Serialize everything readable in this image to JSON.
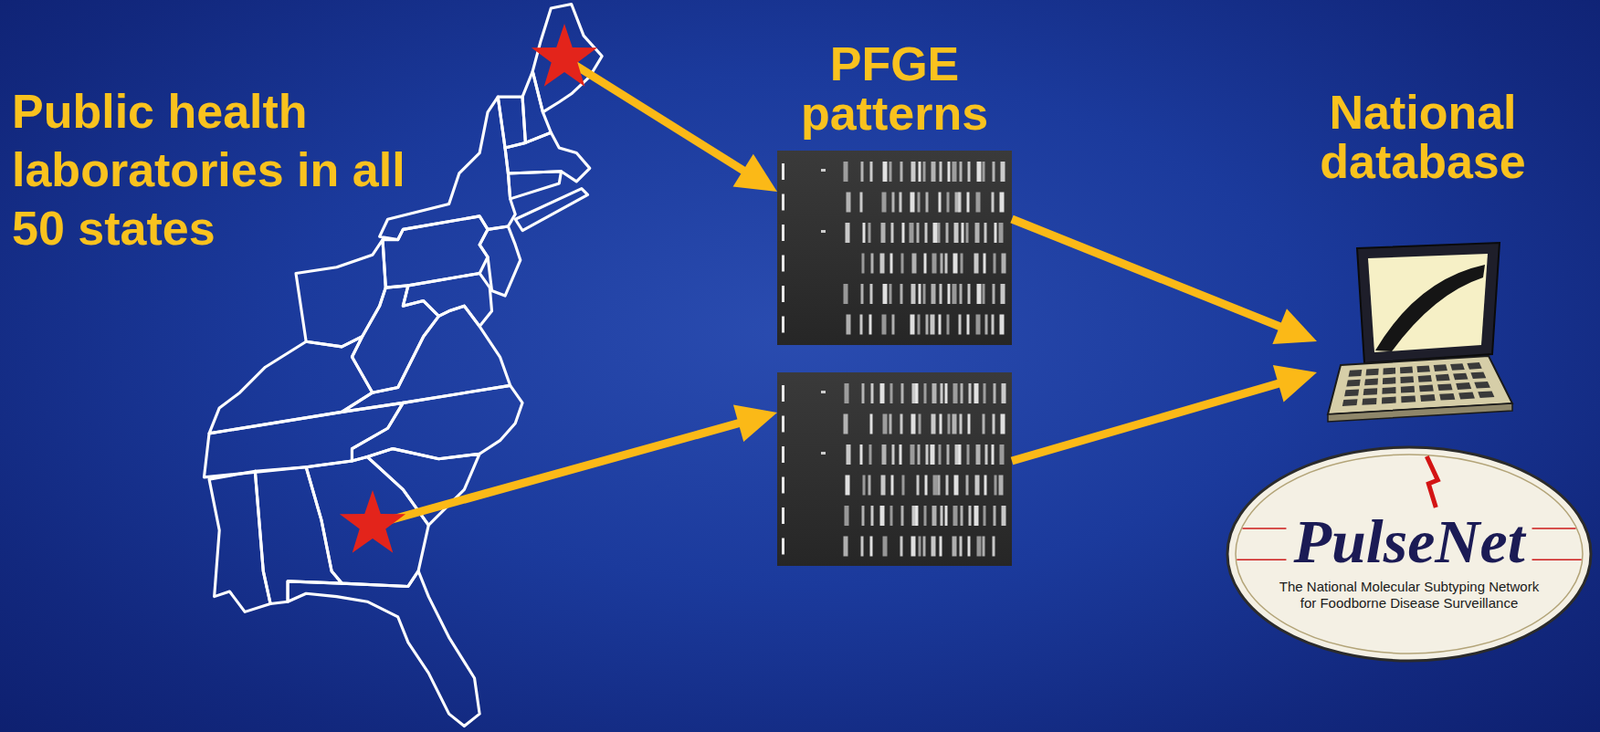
{
  "diagram": {
    "nodes": [
      {
        "text": [
          "Public health laboratories in all 50 states"
        ]
      },
      {
        "text": [
          "PFGE patterns"
        ]
      },
      {
        "text": [
          "National database"
        ]
      },
      {
        "text": [
          "PulseNet",
          "The National Molecular Subtyping Network for Foodborne Disease Surveillance"
        ]
      }
    ],
    "edges": [
      {
        "from": 0,
        "to": 1,
        "arrow": "to"
      },
      {
        "from": 0,
        "to": 1,
        "arrow": "to"
      },
      {
        "from": 1,
        "to": 2,
        "arrow": "to"
      },
      {
        "from": 1,
        "to": 2,
        "arrow": "to"
      }
    ]
  }
}
